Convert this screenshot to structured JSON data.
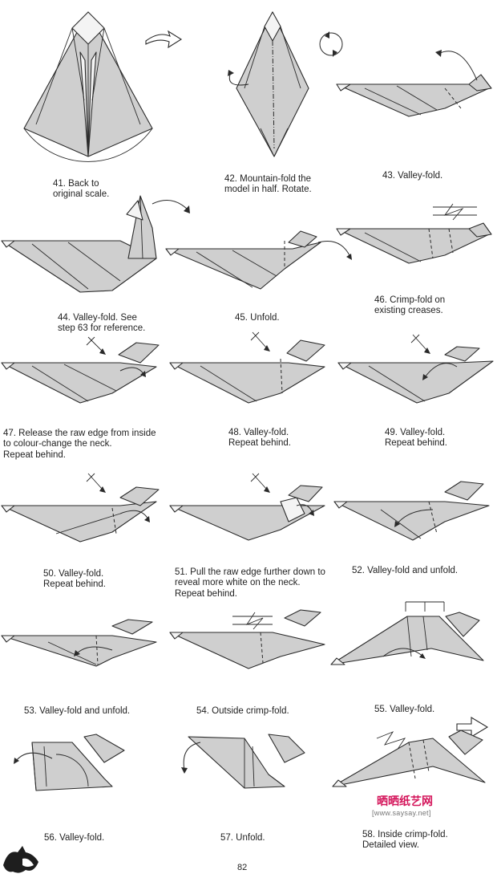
{
  "steps": [
    {
      "id": "41",
      "caption": [
        "41. Back to",
        "original scale."
      ]
    },
    {
      "id": "42",
      "caption": [
        "42. Mountain-fold the",
        "model in half. Rotate."
      ]
    },
    {
      "id": "43",
      "caption": [
        "43. Valley-fold."
      ]
    },
    {
      "id": "44",
      "caption": [
        "44. Valley-fold. See",
        "step 63 for reference."
      ]
    },
    {
      "id": "45",
      "caption": [
        "45. Unfold."
      ]
    },
    {
      "id": "46",
      "caption": [
        "46. Crimp-fold on",
        "existing creases."
      ]
    },
    {
      "id": "47",
      "caption": [
        "47. Release the raw edge from inside",
        "to colour-change the neck.",
        "Repeat behind."
      ]
    },
    {
      "id": "48",
      "caption": [
        "48. Valley-fold.",
        "Repeat behind."
      ]
    },
    {
      "id": "49",
      "caption": [
        "49. Valley-fold.",
        "Repeat behind."
      ]
    },
    {
      "id": "50",
      "caption": [
        "50. Valley-fold.",
        "Repeat behind."
      ]
    },
    {
      "id": "51",
      "caption": [
        "51. Pull the raw edge further down to",
        "reveal more white on the neck.",
        "Repeat behind."
      ]
    },
    {
      "id": "52",
      "caption": [
        "52. Valley-fold and unfold."
      ]
    },
    {
      "id": "53",
      "caption": [
        "53. Valley-fold and unfold."
      ]
    },
    {
      "id": "54",
      "caption": [
        "54. Outside crimp-fold."
      ]
    },
    {
      "id": "55",
      "caption": [
        "55. Valley-fold."
      ]
    },
    {
      "id": "56",
      "caption": [
        "56. Valley-fold."
      ]
    },
    {
      "id": "57",
      "caption": [
        "57. Unfold."
      ]
    },
    {
      "id": "58",
      "caption": [
        "58. Inside crimp-fold.",
        "Detailed view."
      ]
    }
  ],
  "page_number": "82",
  "watermark": {
    "brand": "晒晒纸艺网",
    "url": "[www.saysay.net]",
    "color": "#d4145a"
  }
}
